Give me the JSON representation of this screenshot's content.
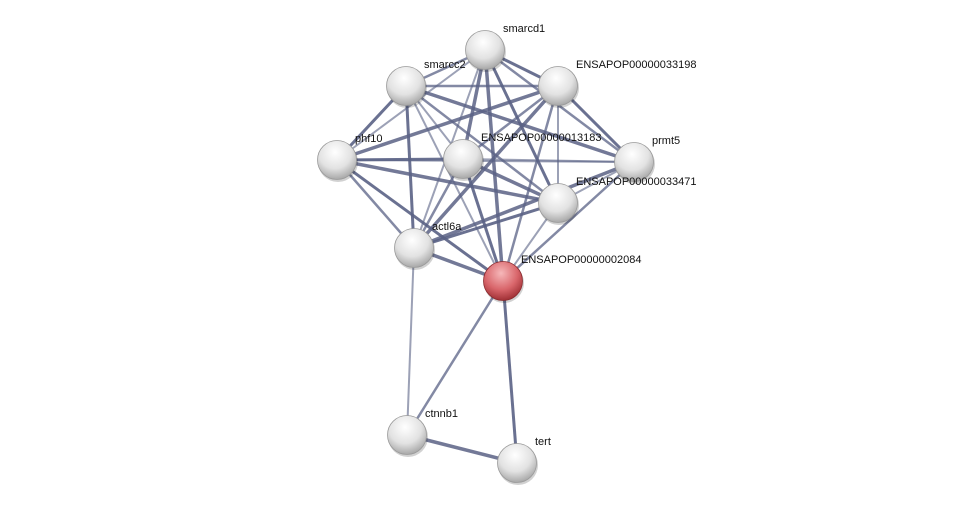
{
  "network": {
    "nodes": [
      {
        "id": "smarcd1",
        "label": "smarcd1",
        "query": false
      },
      {
        "id": "smarcc2",
        "label": "smarcc2",
        "query": false
      },
      {
        "id": "ENSAPOP00000033198",
        "label": "ENSAPOP00000033198",
        "query": false
      },
      {
        "id": "phf10",
        "label": "phf10",
        "query": false
      },
      {
        "id": "ENSAPOP00000013183",
        "label": "ENSAPOP00000013183",
        "query": false
      },
      {
        "id": "prmt5",
        "label": "prmt5",
        "query": false
      },
      {
        "id": "ENSAPOP00000033471",
        "label": "ENSAPOP00000033471",
        "query": false
      },
      {
        "id": "actl6a",
        "label": "actl6a",
        "query": false
      },
      {
        "id": "ENSAPOP00000002084",
        "label": "ENSAPOP00000002084",
        "query": true
      },
      {
        "id": "ctnnb1",
        "label": "ctnnb1",
        "query": false
      },
      {
        "id": "tert",
        "label": "tert",
        "query": false
      }
    ],
    "extra_edges": [
      [
        "ENSAPOP00000002084",
        "ctnnb1"
      ],
      [
        "ENSAPOP00000002084",
        "tert"
      ],
      [
        "actl6a",
        "ctnnb1"
      ],
      [
        "ctnnb1",
        "tert"
      ]
    ],
    "colors": {
      "edge": "#5a6285",
      "node": "#e6e6e6",
      "query_node": "#d9666b"
    }
  }
}
